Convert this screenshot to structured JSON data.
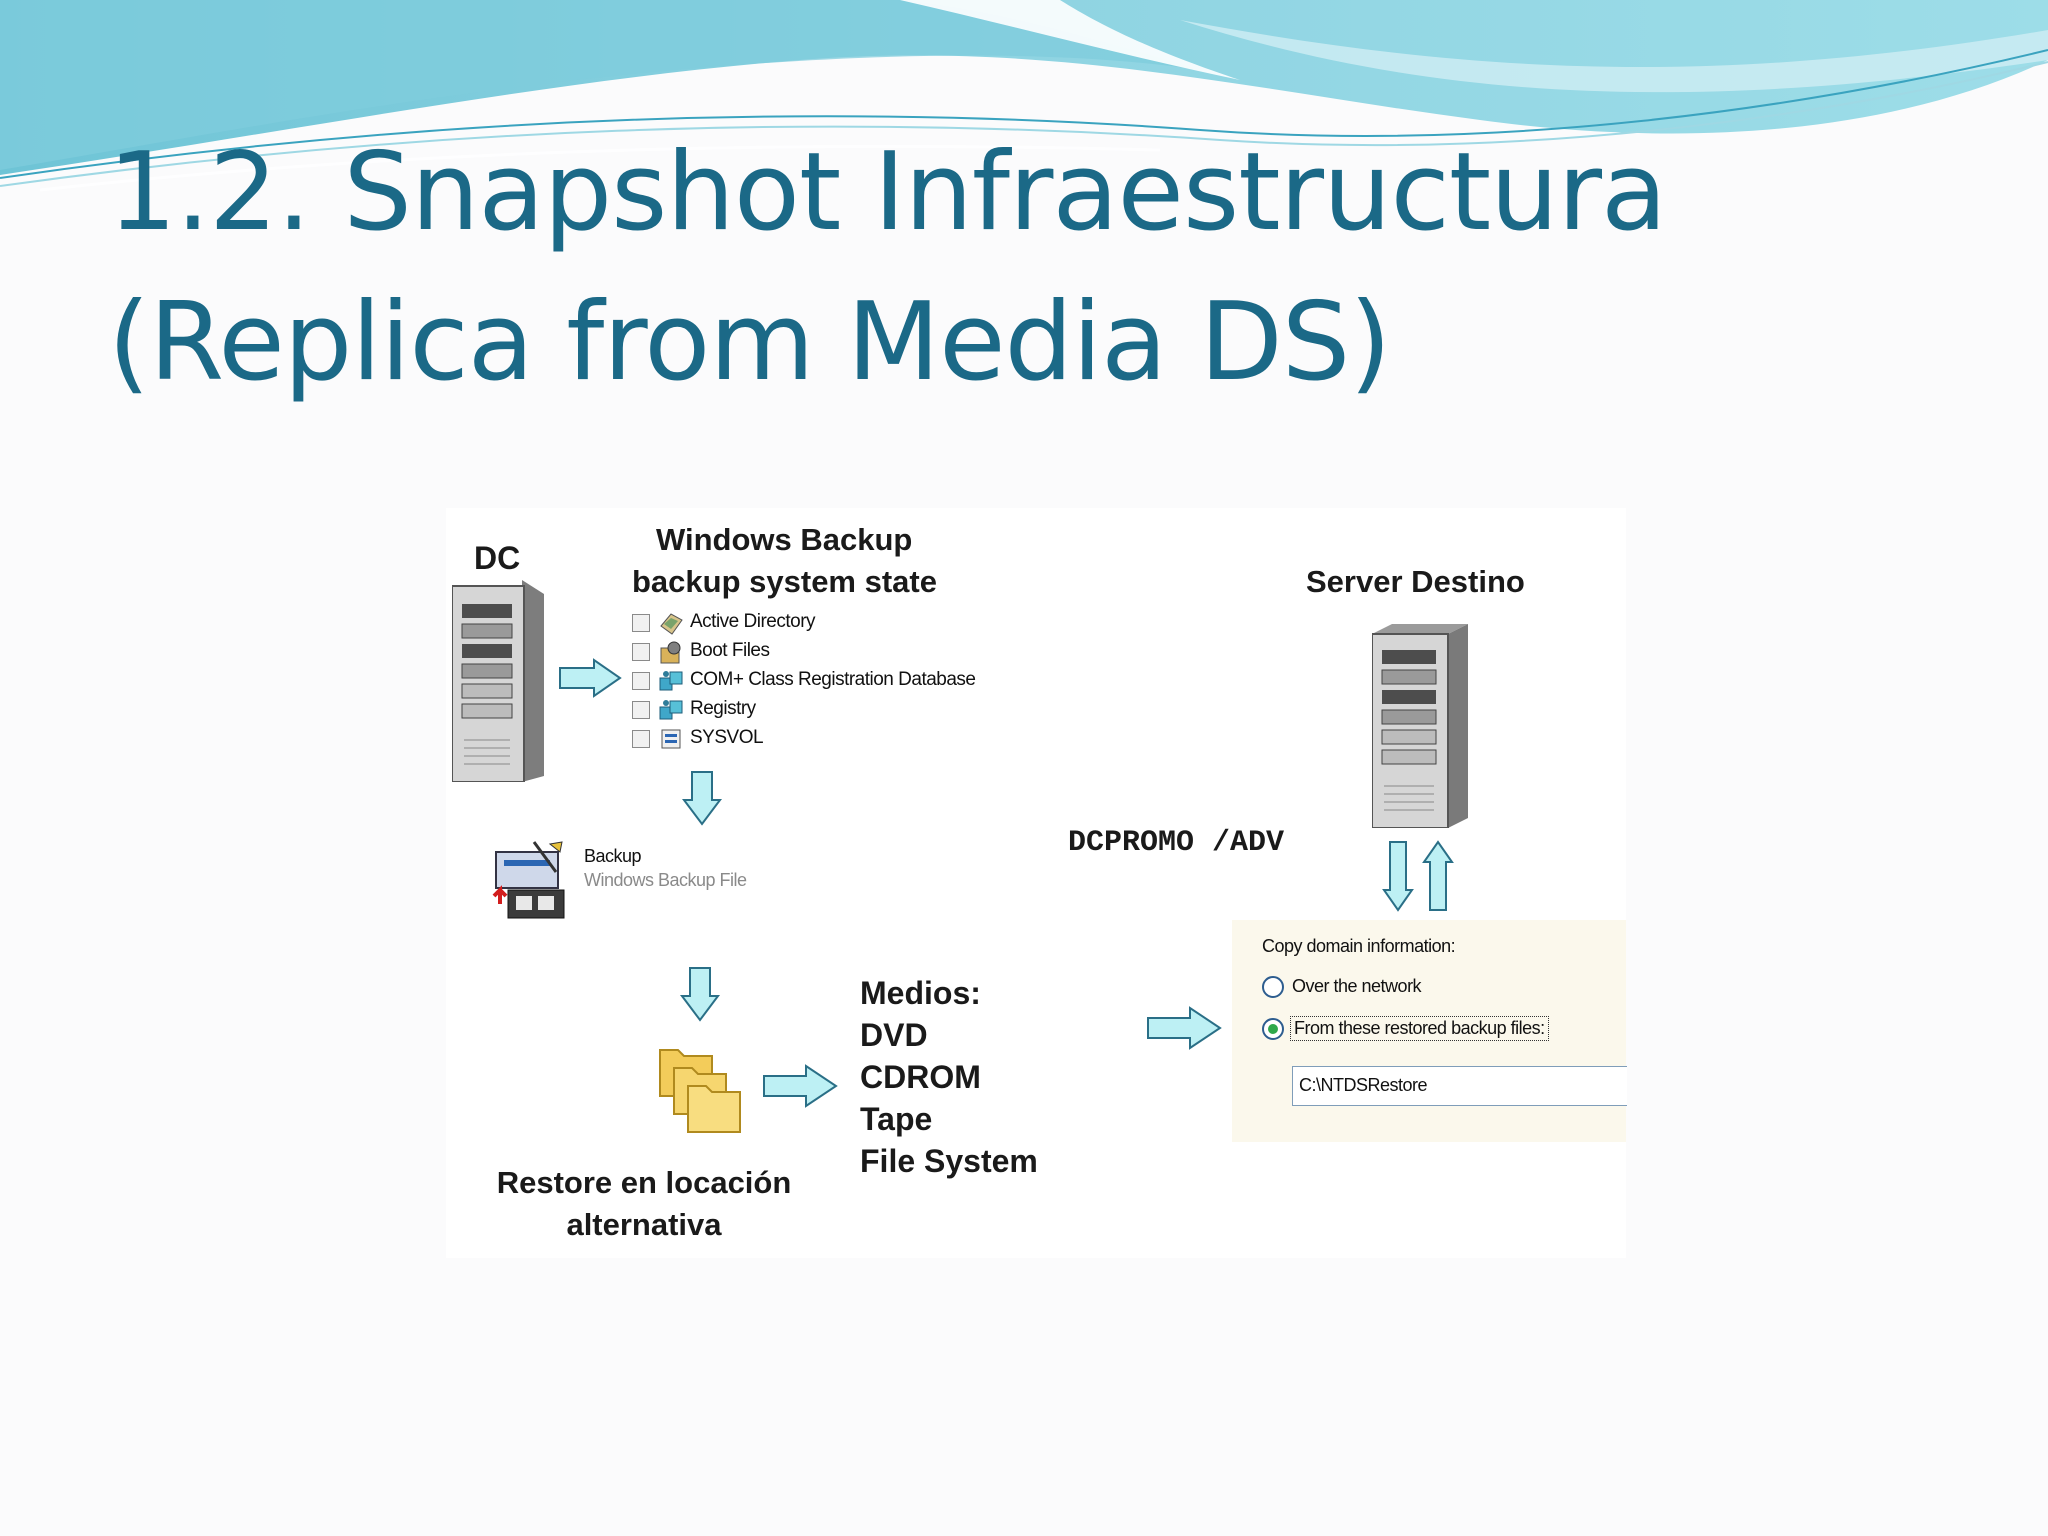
{
  "slide": {
    "title_line1": "1.2. Snapshot Infraestructura",
    "title_line2": "(Replica from Media DS)"
  },
  "diagram": {
    "dc_label": "DC",
    "backup_title_line1": "Windows Backup",
    "backup_title_line2": "backup system state",
    "backup_items": [
      {
        "label": "Active Directory",
        "icon": "directory-icon"
      },
      {
        "label": "Boot Files",
        "icon": "boot-files-icon"
      },
      {
        "label": "COM+ Class Registration Database",
        "icon": "com-database-icon"
      },
      {
        "label": "Registry",
        "icon": "registry-icon"
      },
      {
        "label": "SYSVOL",
        "icon": "sysvol-icon"
      }
    ],
    "backup_file_name": "Backup",
    "backup_file_type": "Windows Backup File",
    "restore_label_line1": "Restore en locación",
    "restore_label_line2": "alternativa",
    "media_lines": [
      "Medios:",
      "DVD",
      "CDROM",
      "Tape",
      "File System"
    ],
    "server_label": "Server Destino",
    "command": "DCPROMO  /ADV",
    "dialog": {
      "heading": "Copy domain information:",
      "option_network": "Over the network",
      "option_files": "From these restored backup files:",
      "path_value": "C:\\NTDSRestore",
      "selected_option": "From these restored backup files:"
    }
  }
}
